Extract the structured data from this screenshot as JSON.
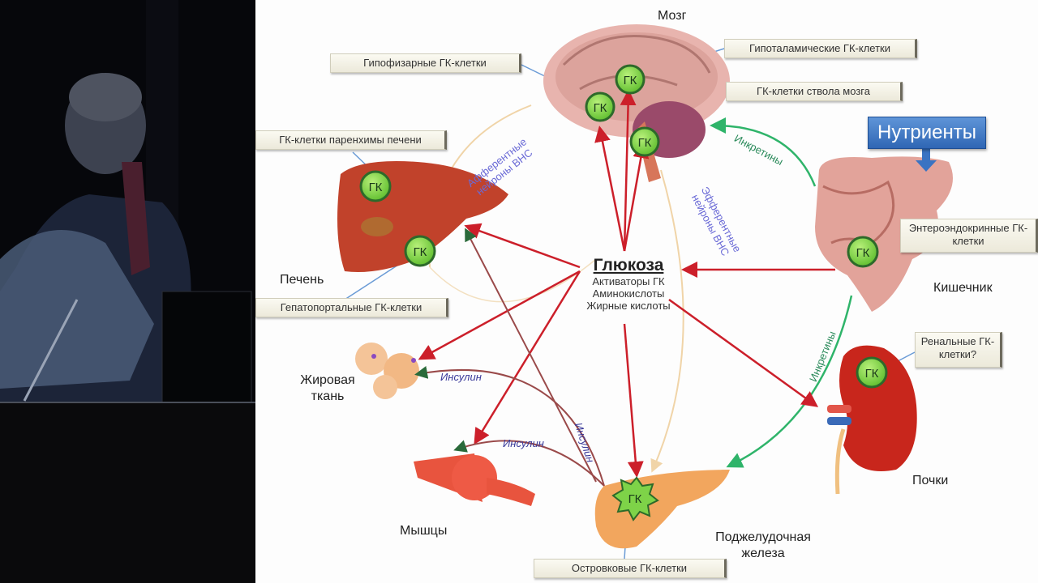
{
  "speaker_panel": {
    "description": "Video feed of lecturer at podium with microphone"
  },
  "slide": {
    "organs": {
      "brain": "Мозг",
      "liver": "Печень",
      "intestine": "Кишечник",
      "adipose": "Жировая\nткань",
      "muscle": "Мышцы",
      "pancreas": "Поджелудочная\nжелеза",
      "kidney": "Почки"
    },
    "callouts": {
      "pituitary": "Гипофизарные ГК-клетки",
      "hypothalamic": "Гипоталамические ГК-клетки",
      "brainstem": "ГК-клетки ствола мозга",
      "liver_parenchyma": "ГК-клетки паренхимы печени",
      "hepatoportal": "Гепатопортальные ГК-клетки",
      "enteroendocrine": "Энтероэндокринные ГК-клетки",
      "renal": "Ренальные ГК-клетки?",
      "islet": "Островковые ГК-клетки"
    },
    "nutrients_box": "Нутриенты",
    "center": {
      "title": "Глюкоза",
      "lines": [
        "Активаторы ГК",
        "Аминокислоты",
        "Жирные кислоты"
      ]
    },
    "arrow_labels": {
      "afferent": "Афферентные\nнейроны ВНС",
      "efferent": "Эфферентные\nнейроны ВНС",
      "incretins_top": "Инкретины",
      "incretins_right": "Инкретины",
      "insulin_adipose": "Инсулин",
      "insulin_muscle": "Инсулин",
      "insulin_liver": "Инсулин"
    },
    "gk_badge": "ГК",
    "colors": {
      "glucose_arrow": "#cc1f2a",
      "insulin_arrow": "#9a4a4a",
      "incretin_arrow": "#2fb46a",
      "neuron_arc": "#f0d4a8",
      "gk_badge": "#7ed348",
      "callout_line": "#6a9bd6",
      "nutrients_box": "#3a73c2"
    }
  }
}
